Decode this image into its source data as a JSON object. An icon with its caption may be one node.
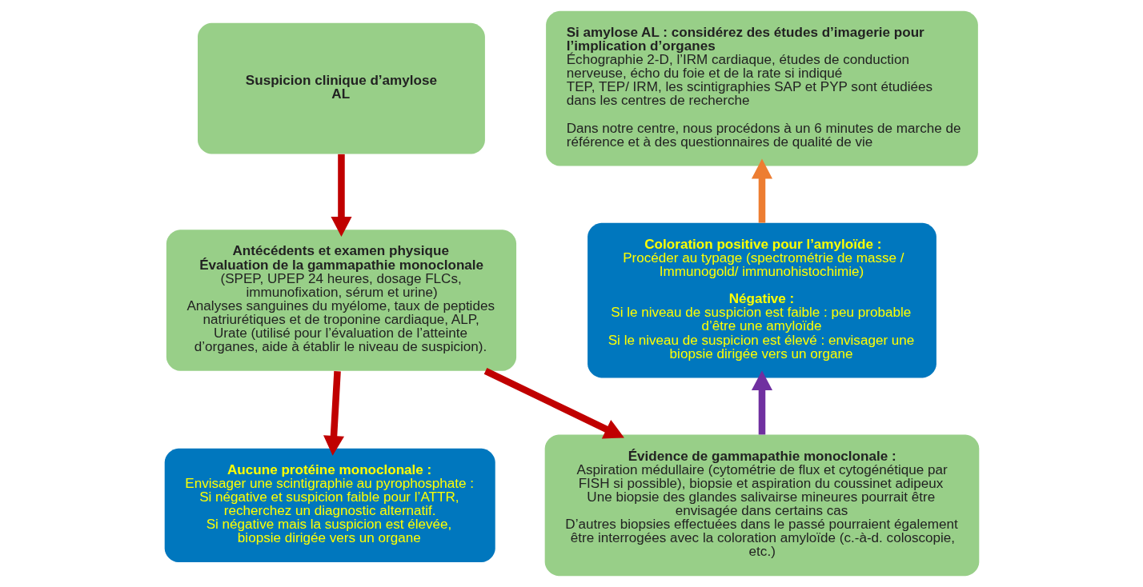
{
  "diagram": {
    "nodes": [
      {
        "text": [
          "Suspicion clinique d’amylose AL"
        ]
      },
      {
        "text": [
          "Si amylose AL : considérez des études d’imagerie pour l’implication d’organes",
          "Échographie 2-D, l’IRM cardiaque, études de conduction nerveuse, écho du foie et de la rate si indiqué",
          "TEP, TEP/ IRM, les scintigraphies SAP et PYP sont étudiées dans les centres de recherche",
          "Dans notre centre, nous procédons à un 6 minutes de marche de référence et à des questionnaires de qualité de vie"
        ]
      },
      {
        "text": [
          "Coloration positive pour l’amyloïde :",
          "Procéder au typage (spectrométrie de masse / Immunogold/ immunohistochimie)",
          "Négative :",
          "Si le niveau de suspicion est faible : peu probable d’être une amyloïde",
          "Si le niveau de suspicion est élevé : envisager une biopsie dirigée vers un organe"
        ]
      },
      {
        "text": [
          "Antécédents et examen physique",
          "Évaluation de la gammapathie monoclonale",
          "(SPEP, UPEP 24 heures, dosage FLCs, immunofixation, sérum et urine)",
          "Analyses sanguines du myélome, taux de peptides natriurétiques et de troponine cardiaque, ALP, Urate (utilisé pour l’évaluation de l’atteinte d’organes, aide à établir le niveau de suspicion)."
        ]
      },
      {
        "text": [
          "Aucune protéine monoclonale :",
          "Envisager une scintigraphie au pyrophosphate :",
          "Si négative et suspicion faible pour l’ATTR, recherchez un diagnostic alternatif.",
          "Si négative mais la suspicion est élevée, biopsie dirigée vers un organe"
        ]
      },
      {
        "text": [
          "Évidence de gammapathie monoclonale :",
          "Aspiration médullaire (cytométrie de flux et cytogénétique par FISH si possible), biopsie et aspiration du coussinet adipeux",
          "Une biopsie des glandes salivairse mineures pourrait être envisagée dans certains cas",
          "D’autres biopsies effectuées dans le passé pourraient également être interrogées avec la coloration amyloïde (c.-à-d. coloscopie, etc.)"
        ]
      }
    ],
    "edges": [
      {
        "from": 0,
        "to": 3,
        "arrow": "to"
      },
      {
        "from": 3,
        "to": 4,
        "arrow": "to"
      },
      {
        "from": 3,
        "to": 5,
        "arrow": "to"
      },
      {
        "from": 5,
        "to": 2,
        "arrow": "to",
        "color": "#7030a0"
      },
      {
        "from": 2,
        "to": 1,
        "arrow": "to",
        "color": "#ed7d31"
      }
    ]
  }
}
